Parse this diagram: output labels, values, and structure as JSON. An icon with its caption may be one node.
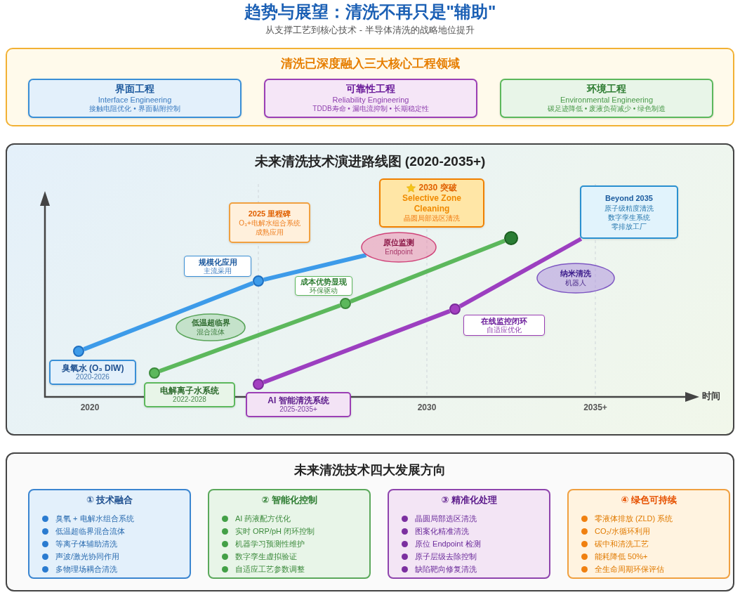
{
  "diagram": {
    "title": "趋势与展望：清洗不再只是\"辅助\"",
    "nodes": [
      {
        "text": [
          "清洗已深度融入三大核心工程领域"
        ]
      },
      {
        "text": [
          "界面工程",
          "Interface Engineering",
          "接触电阻优化 • 界面黏附控制"
        ],
        "in": 0
      },
      {
        "text": [
          "可靠性工程",
          "Reliability Engineering",
          "TDDB寿命 • 漏电流抑制 • 长期稳定性"
        ],
        "in": 0
      },
      {
        "text": [
          "环境工程",
          "Environmental Engineering",
          "碳足迹降低 • 废液负荷减少 • 绿色制造"
        ],
        "in": 0
      },
      {
        "text": [
          "未来清洗技术演进路线图 (2020-2035+)"
        ]
      },
      {
        "text": [
          "2025 里程碑",
          "O₃+电解水组合系统",
          "成熟应用"
        ],
        "in": 4
      },
      {
        "text": [
          "2030 突破",
          "Selective Zone Cleaning",
          "晶圆局部选区清洗"
        ],
        "in": 4
      },
      {
        "text": [
          "Beyond 2035",
          "原子级精度清洗",
          "数字孪生系统",
          "零排放工厂"
        ],
        "in": 4
      },
      {
        "text": [
          "原位监测",
          "Endpoint"
        ],
        "in": 4
      },
      {
        "text": [
          "纳米清洗",
          "机器人"
        ],
        "in": 4
      },
      {
        "text": [
          "规模化应用",
          "主流采用"
        ],
        "in": 4
      },
      {
        "text": [
          "成本优势显现",
          "环保驱动"
        ],
        "in": 4
      },
      {
        "text": [
          "在线监控闭环",
          "自适应优化"
        ],
        "in": 4
      },
      {
        "text": [
          "低温超临界",
          "混合流体"
        ],
        "in": 4
      },
      {
        "text": [
          "臭氧水 (O₃ DIW)",
          "2020-2026"
        ],
        "in": 4
      },
      {
        "text": [
          "电解离子水系统",
          "2022-2028"
        ],
        "in": 4
      },
      {
        "text": [
          "AI 智能清洗系统",
          "2025-2035+"
        ],
        "in": 4
      },
      {
        "text": [],
        "shape": "circle",
        "in": 4
      },
      {
        "text": [],
        "shape": "circle",
        "in": 4
      },
      {
        "text": [],
        "shape": "circle",
        "in": 4
      },
      {
        "text": [],
        "shape": "circle",
        "in": 4
      },
      {
        "text": [],
        "shape": "circle",
        "in": 4
      },
      {
        "text": [],
        "shape": "circle",
        "in": 4
      },
      {
        "text": [],
        "shape": "circle",
        "in": 4
      },
      {
        "text": [
          "未来清洗技术四大发展方向"
        ]
      },
      {
        "text": [
          "① 技术融合",
          "臭氧 + 电解水组合系统",
          "低温超临界混合流体",
          "等离子体辅助清洗",
          "声波/激光协同作用",
          "多物理场耦合清洗"
        ],
        "in": 24
      },
      {
        "text": [
          "② 智能化控制",
          "AI 药液配方优化",
          "实时 ORP/pH 闭环控制",
          "机器学习预测性维护",
          "数字孪生虚拟验证",
          "自适应工艺参数调整"
        ],
        "in": 24
      },
      {
        "text": [
          "③ 精准化处理",
          "晶圆局部选区清洗",
          "图案化精准清洗",
          "原位 Endpoint 检测",
          "原子层级去除控制",
          "缺陷靶向修复清洗"
        ],
        "in": 24
      },
      {
        "text": [
          "④ 绿色可持续",
          "零液体排放 (ZLD) 系统",
          "CO₂/水循环利用",
          "碳中和清洗工艺",
          "能耗降低 50%+",
          "全生命周期环保评估"
        ],
        "in": 24
      }
    ],
    "edges": [
      {
        "from": 17,
        "to": 18,
        "arrow": "none",
        "color": "#3d9be9"
      },
      {
        "from": 18,
        "to": 8,
        "arrow": "none",
        "color": "#3d9be9"
      },
      {
        "from": 19,
        "to": 20,
        "arrow": "none",
        "color": "#5cb85c"
      },
      {
        "from": 20,
        "to": 21,
        "arrow": "none",
        "color": "#5cb85c"
      },
      {
        "from": 22,
        "to": 23,
        "arrow": "none",
        "color": "#9c3fc0"
      },
      {
        "from": 23,
        "to": 7,
        "arrow": "none",
        "color": "#9c3fc0"
      }
    ],
    "labels": [
      "从支撑工艺到核心技术 - 半导体清洗的战略地位提升",
      "2020",
      "2030",
      "2035+",
      "时间"
    ]
  }
}
